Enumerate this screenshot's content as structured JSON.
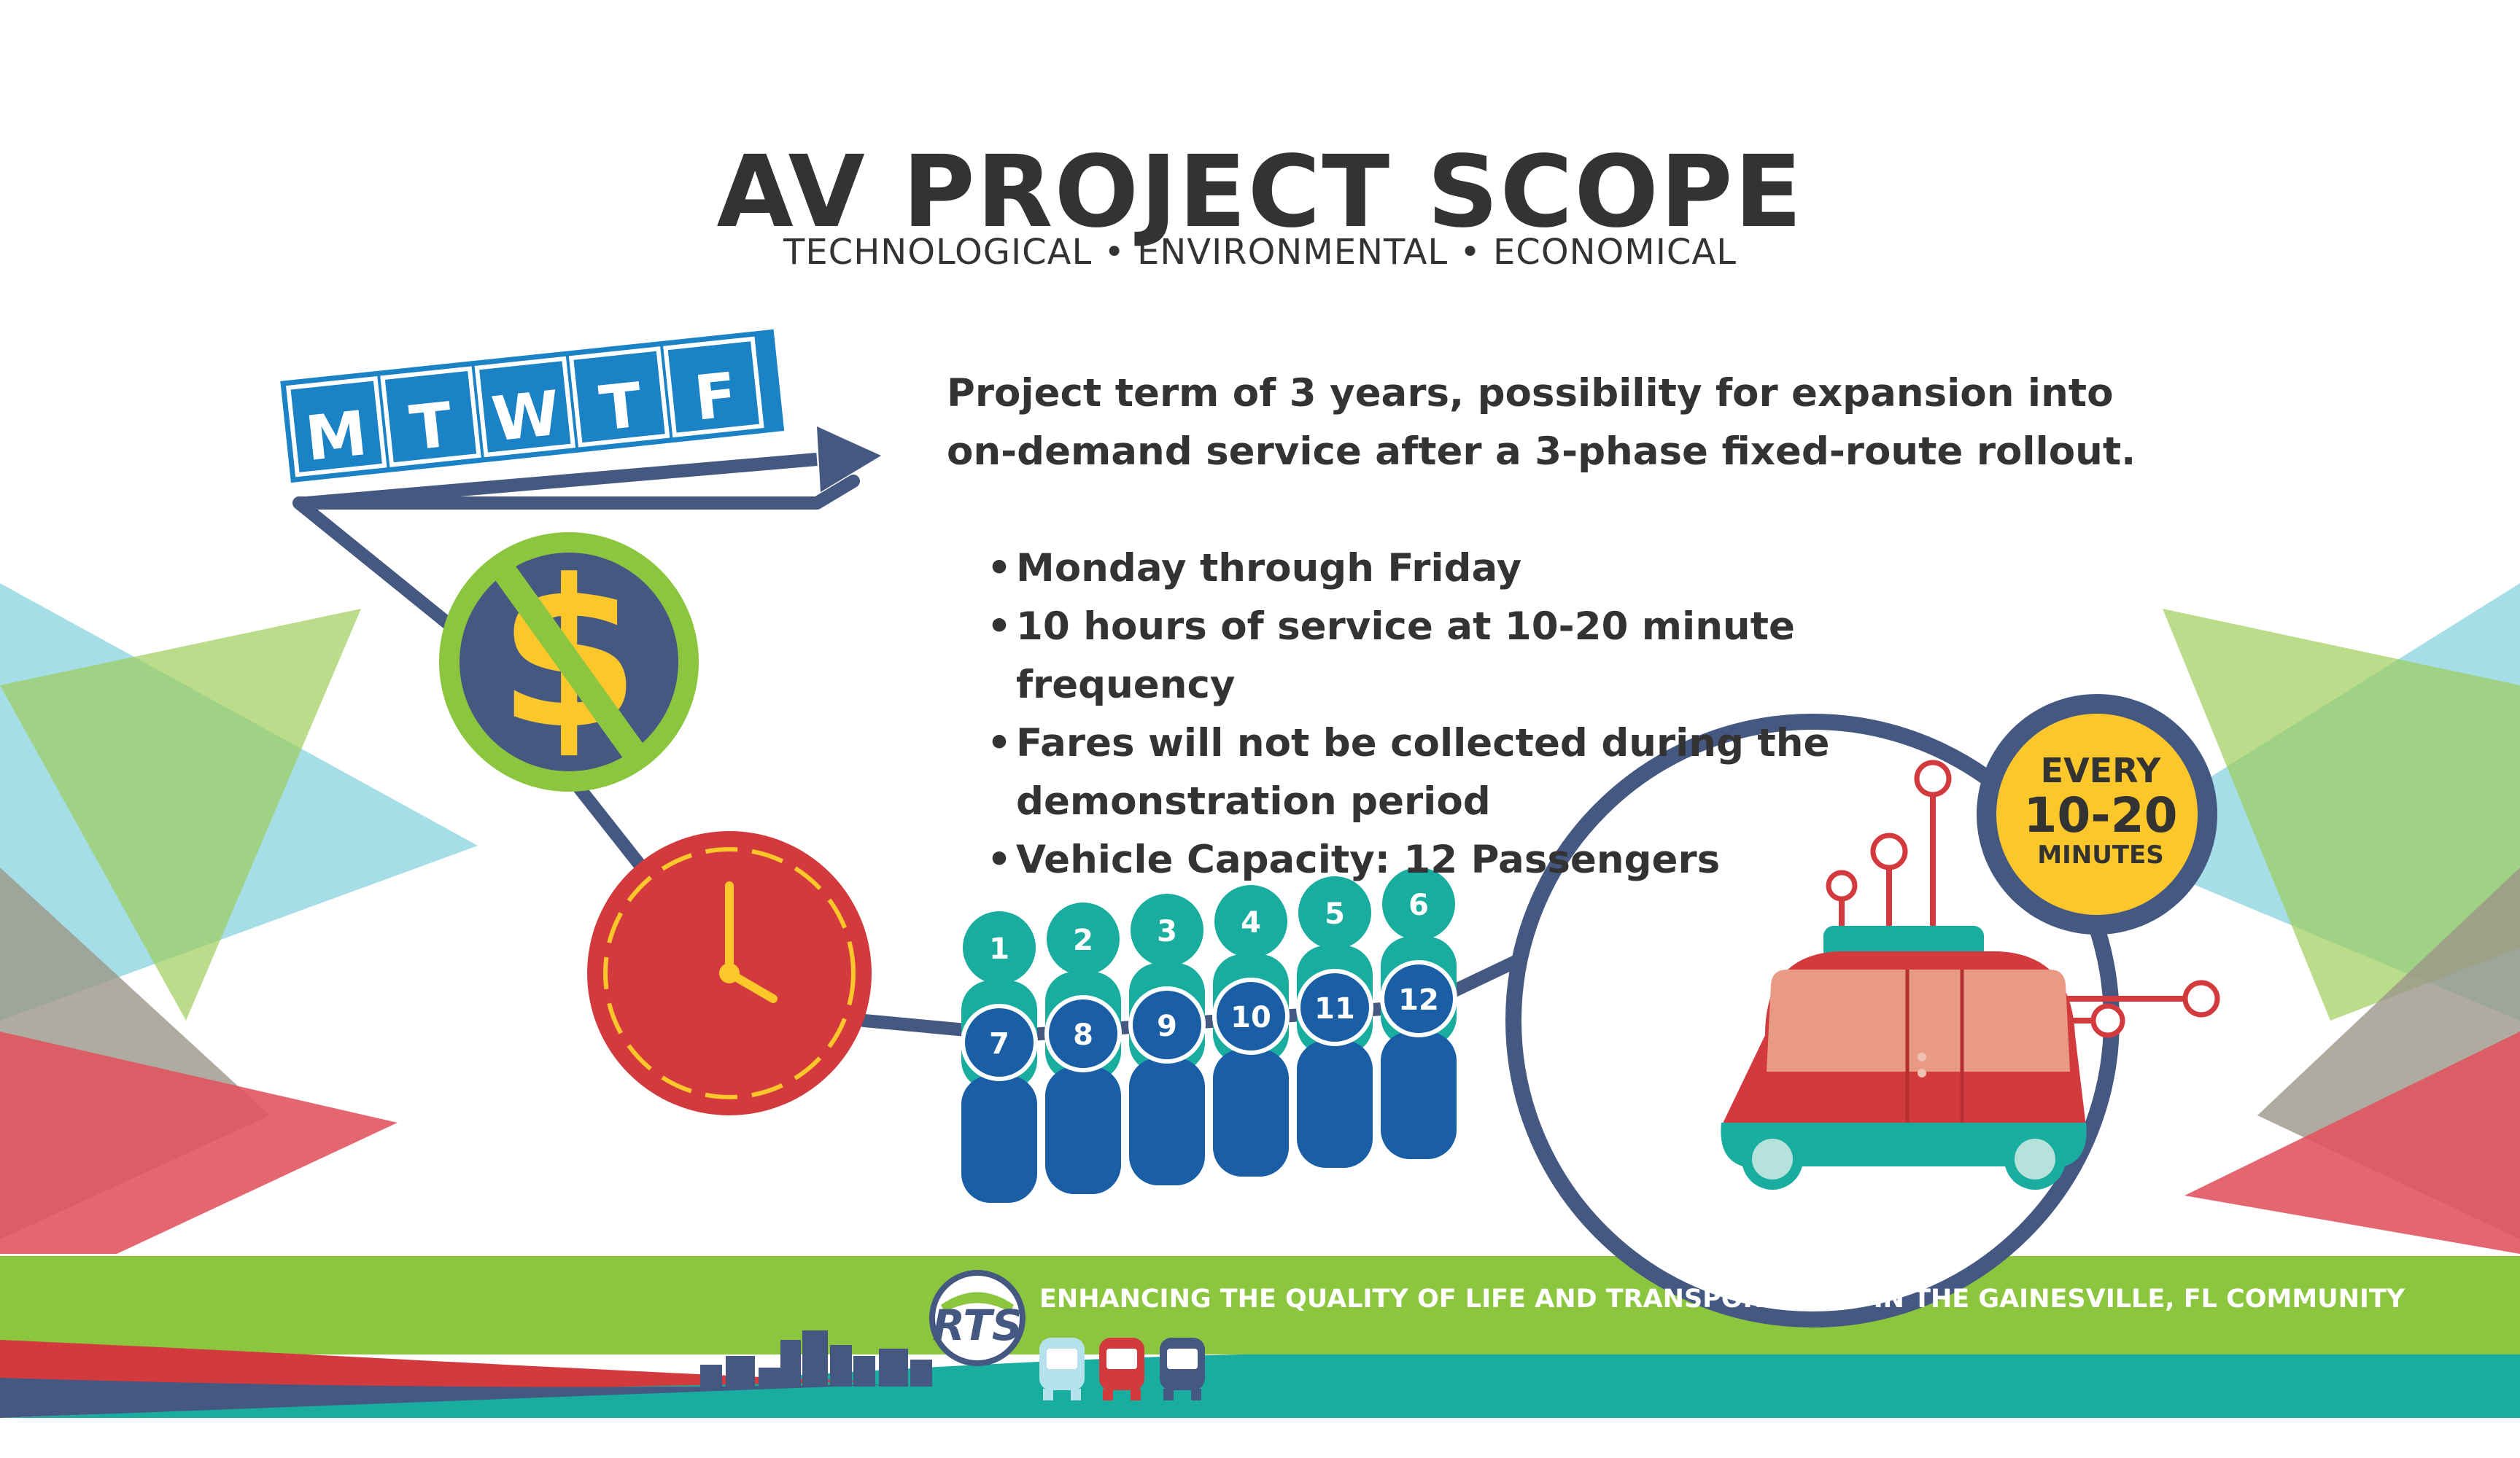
{
  "header": {
    "title": "AV PROJECT SCOPE",
    "subtitle": "TECHNOLOGICAL • ENVIRONMENTAL • ECONOMICAL"
  },
  "intro": {
    "line1": "Project term of 3 years, possibility for expansion into",
    "line2": "on-demand service after a 3-phase fixed-route rollout."
  },
  "bullets": [
    {
      "line1": "Monday through Friday"
    },
    {
      "line1": "10 hours of service at 10-20 minute frequency"
    },
    {
      "line1": "Fares will not be collected during the",
      "line2": "demonstration period"
    },
    {
      "line1": "Vehicle Capacity: 12 Passengers"
    }
  ],
  "days": [
    "M",
    "T",
    "W",
    "T",
    "F"
  ],
  "passengers": [
    "1",
    "2",
    "3",
    "4",
    "5",
    "6",
    "7",
    "8",
    "9",
    "10",
    "11",
    "12"
  ],
  "frequency_badge": {
    "line1": "EVERY",
    "line2": "10-20",
    "line3": "MINUTES"
  },
  "footer": {
    "tagline": "ENHANCING THE QUALITY OF LIFE AND TRANSPORTATION IN THE GAINESVILLE, FL COMMUNITY",
    "logo_text": "RTS"
  },
  "icons": [
    "no-fare-dollar-icon",
    "clock-icon",
    "autonomous-shuttle-icon",
    "bus-icon"
  ],
  "colors": {
    "navy": "#455882",
    "blue": "#1a5ea6",
    "sky": "#1b82c5",
    "teal": "#19ad9f",
    "green": "#8cc63f",
    "red": "#d33a3d",
    "yellow": "#fcc72a",
    "text": "#333333"
  }
}
